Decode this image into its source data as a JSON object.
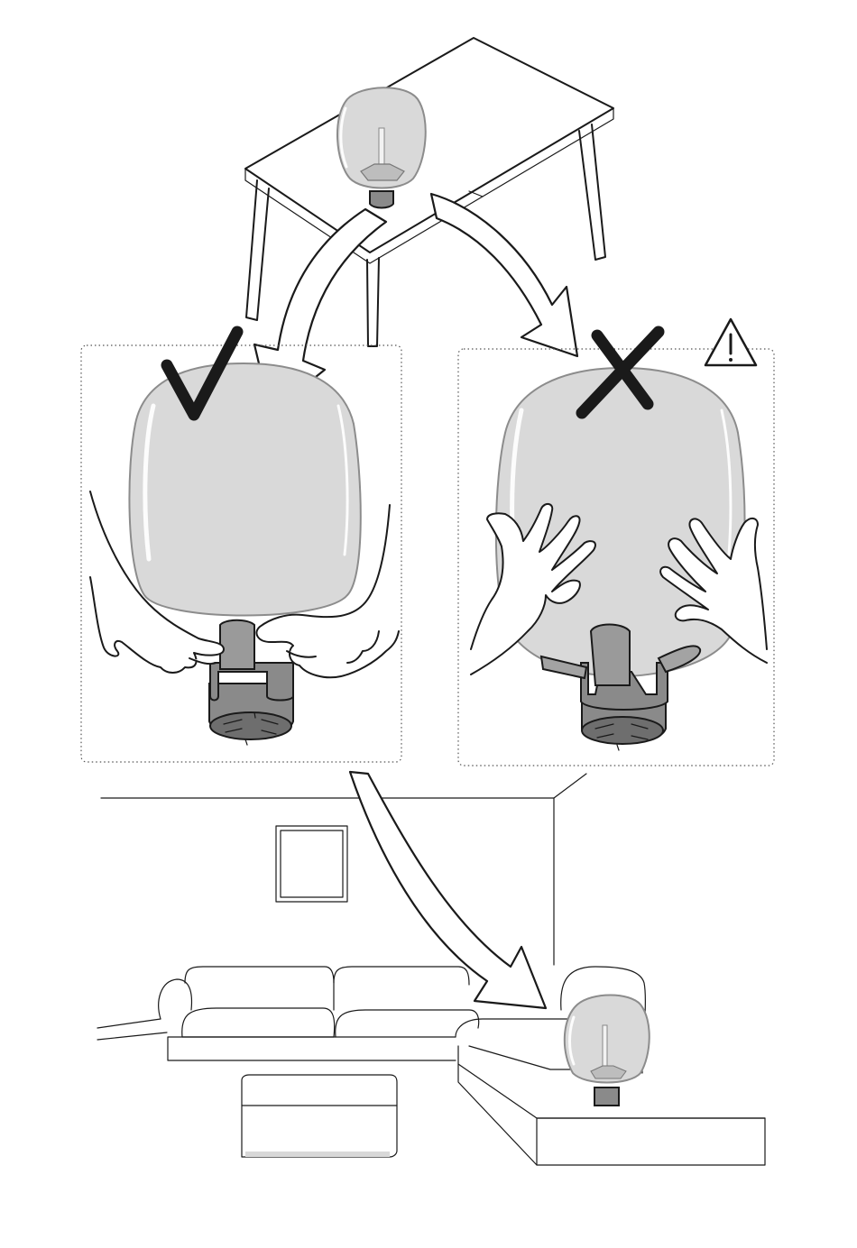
{
  "figure": {
    "steps": [
      {
        "id": "lamp-on-table"
      },
      {
        "id": "correct-carry",
        "verdict": "correct",
        "icon": "check-mark-icon"
      },
      {
        "id": "incorrect-carry",
        "verdict": "incorrect",
        "icon": "cross-mark-icon",
        "warning_icon": "warning-triangle-icon"
      },
      {
        "id": "lamp-placed-on-sofa"
      }
    ]
  }
}
